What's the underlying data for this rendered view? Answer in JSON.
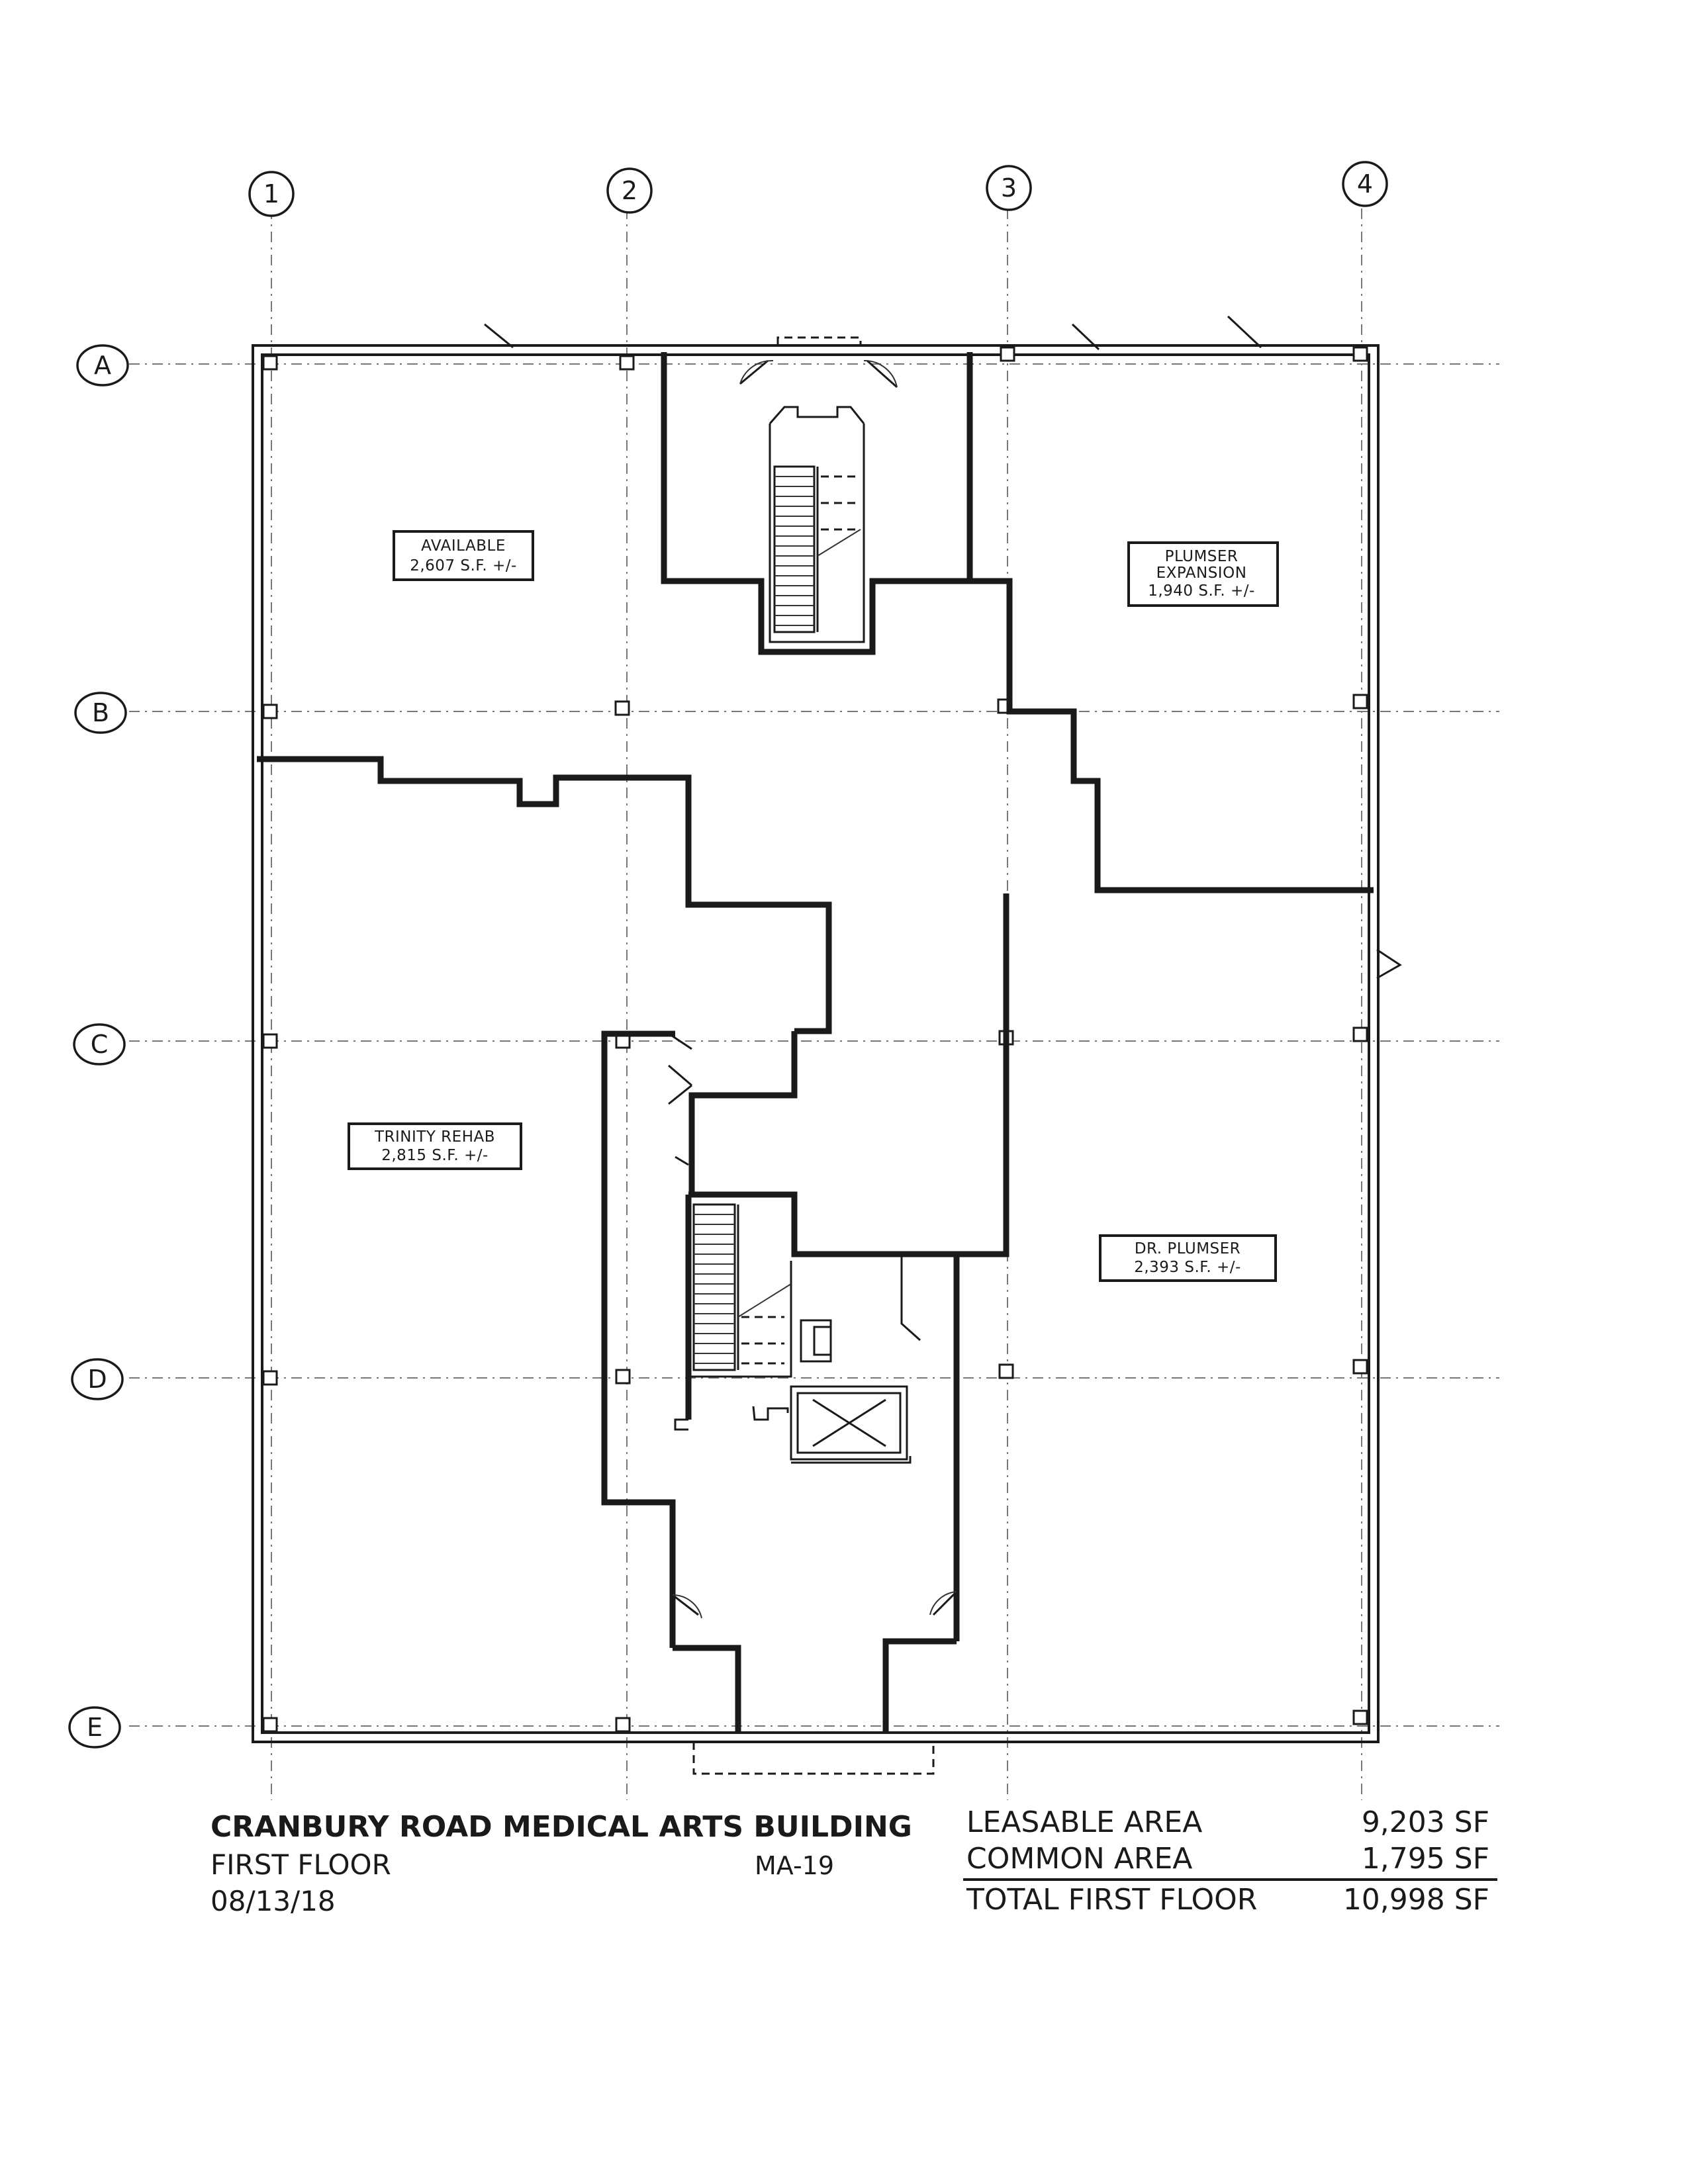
{
  "grid_columns": [
    "1",
    "2",
    "3",
    "4"
  ],
  "grid_rows": [
    "A",
    "B",
    "C",
    "D",
    "E"
  ],
  "rooms": [
    {
      "name": "AVAILABLE",
      "area": "2,607 S.F. +/-"
    },
    {
      "name": "PLUMSER EXPANSION",
      "line1": "PLUMSER",
      "line2": "EXPANSION",
      "area": "1,940 S.F. +/-"
    },
    {
      "name": "TRINITY REHAB",
      "area": "2,815 S.F. +/-"
    },
    {
      "name": "DR. PLUMSER",
      "area": "2,393 S.F. +/-"
    }
  ],
  "title_block": {
    "building": "CRANBURY ROAD MEDICAL ARTS BUILDING",
    "floor": "FIRST FLOOR",
    "date": "08/13/18",
    "sheet": "MA-19"
  },
  "area_summary": {
    "rows": [
      {
        "label": "LEASABLE AREA",
        "value": "9,203 SF"
      },
      {
        "label": "COMMON AREA",
        "value": "1,795 SF"
      }
    ],
    "total": {
      "label": "TOTAL FIRST FLOOR",
      "value": "10,998 SF"
    }
  }
}
